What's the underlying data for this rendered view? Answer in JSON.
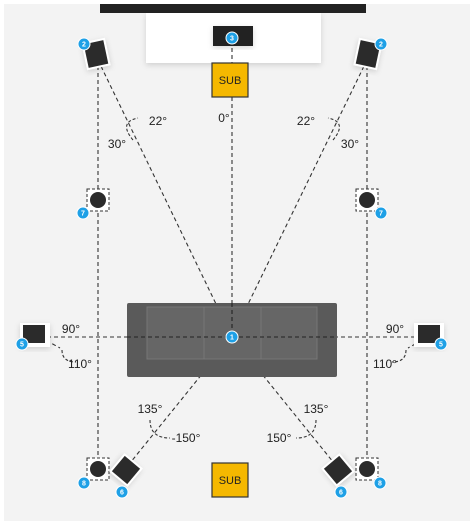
{
  "labels": {
    "sub_front": "SUB",
    "sub_rear": "SUB"
  },
  "badges": {
    "listener": "1",
    "front_left": "2",
    "front_right": "2",
    "center": "3",
    "side_left": "5",
    "side_right": "5",
    "surround_left": "7",
    "surround_right": "7",
    "rear_left_back": "8",
    "rear_right_back": "8",
    "rear_left_front": "6",
    "rear_right_front": "6"
  },
  "angles": {
    "center": "0°",
    "front_left_inner": "22°",
    "front_left_outer": "30°",
    "front_right_inner": "22°",
    "front_right_outer": "30°",
    "side_left_90": "90°",
    "side_left_110": "110°",
    "side_right_90": "90°",
    "side_right_110": "110°",
    "rear_left_135": "135°",
    "rear_left_150": "-150°",
    "rear_right_135": "135°",
    "rear_right_150": "150°"
  },
  "colors": {
    "background": "#f3f3f3",
    "tv_bar": "#222222",
    "speaker": "#2b2b2b",
    "badge": "#1ea0e6",
    "sub": "#f5b800",
    "sofa": "#555555",
    "line": "#333333"
  }
}
